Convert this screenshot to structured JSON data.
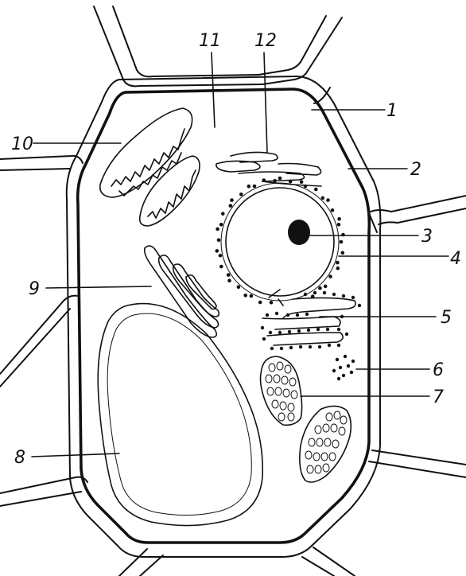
{
  "labels": [
    "1",
    "2",
    "3",
    "4",
    "5",
    "6",
    "7",
    "8",
    "9",
    "10",
    "11",
    "12"
  ],
  "colors": {
    "ink": "#111111",
    "paper": "#ffffff"
  }
}
